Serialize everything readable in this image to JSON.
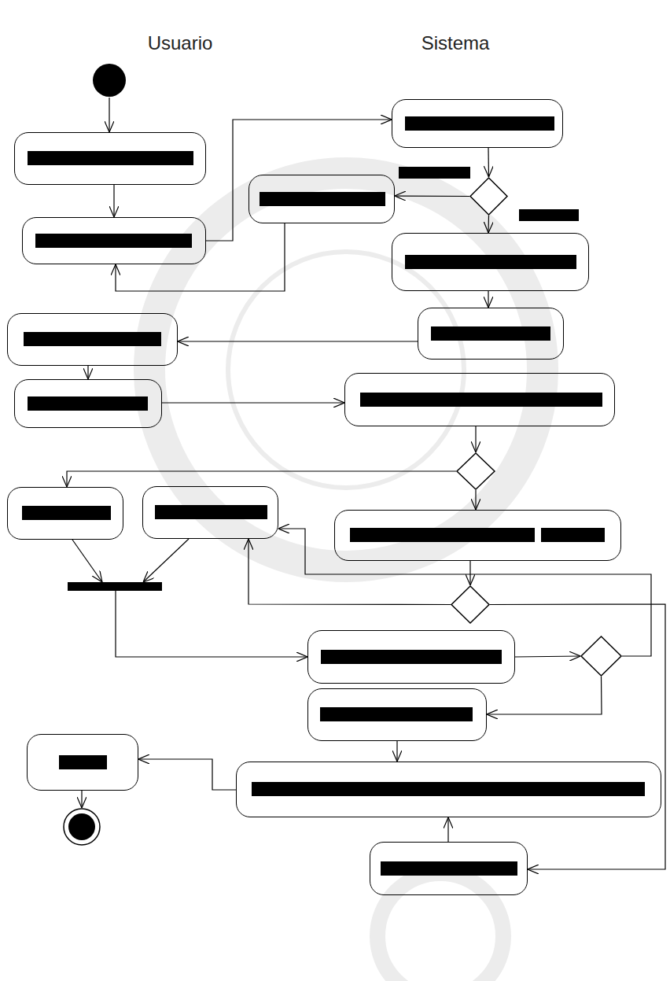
{
  "diagram": {
    "nodes": [
      {
        "text": []
      },
      {
        "text": []
      },
      {
        "text": []
      },
      {
        "text": []
      },
      {
        "text": []
      },
      {
        "text": []
      },
      {
        "text": []
      },
      {
        "text": []
      },
      {
        "text": []
      },
      {
        "text": []
      },
      {
        "text": []
      },
      {
        "text": []
      },
      {
        "text": []
      },
      {
        "text": []
      },
      {
        "text": []
      },
      {
        "text": []
      },
      {
        "text": []
      },
      {
        "text": []
      },
      {
        "text": []
      },
      {
        "text": []
      },
      {
        "text": []
      },
      {
        "text": []
      },
      {
        "text": []
      },
      {
        "text": []
      }
    ],
    "edges": [
      {
        "from": 0,
        "to": 1,
        "arrow": "to"
      },
      {
        "from": 1,
        "to": 2,
        "arrow": "to"
      },
      {
        "from": 2,
        "to": 3,
        "arrow": "to"
      },
      {
        "from": 3,
        "to": 4,
        "arrow": "to"
      },
      {
        "from": 4,
        "to": 5,
        "arrow": "to"
      },
      {
        "from": 5,
        "to": 2,
        "arrow": "to"
      },
      {
        "from": 4,
        "to": 6,
        "arrow": "to"
      },
      {
        "from": 6,
        "to": 7,
        "arrow": "to"
      },
      {
        "from": 7,
        "to": 8,
        "arrow": "to"
      },
      {
        "from": 8,
        "to": 9,
        "arrow": "to"
      },
      {
        "from": 9,
        "to": 10,
        "arrow": "to"
      },
      {
        "from": 10,
        "to": 11,
        "arrow": "to"
      },
      {
        "from": 11,
        "to": 12,
        "arrow": "to"
      },
      {
        "from": 11,
        "to": 14,
        "arrow": "to"
      },
      {
        "from": 14,
        "to": 15,
        "arrow": "to"
      },
      {
        "from": 15,
        "to": 13,
        "arrow": "to"
      },
      {
        "from": 15,
        "to": 23,
        "arrow": "to"
      },
      {
        "from": 12,
        "to": 16,
        "arrow": "to"
      },
      {
        "from": 13,
        "to": 16,
        "arrow": "to"
      },
      {
        "from": 16,
        "to": 17,
        "arrow": "to"
      },
      {
        "from": 17,
        "to": 18,
        "arrow": "to"
      },
      {
        "from": 18,
        "to": 13,
        "arrow": "to"
      },
      {
        "from": 18,
        "to": 19,
        "arrow": "to"
      },
      {
        "from": 19,
        "to": 20,
        "arrow": "to"
      },
      {
        "from": 23,
        "to": 20,
        "arrow": "to"
      },
      {
        "from": 20,
        "to": 21,
        "arrow": "to"
      },
      {
        "from": 21,
        "to": 22,
        "arrow": "to"
      }
    ],
    "labels": [
      "Usuario",
      "Sistema"
    ]
  }
}
